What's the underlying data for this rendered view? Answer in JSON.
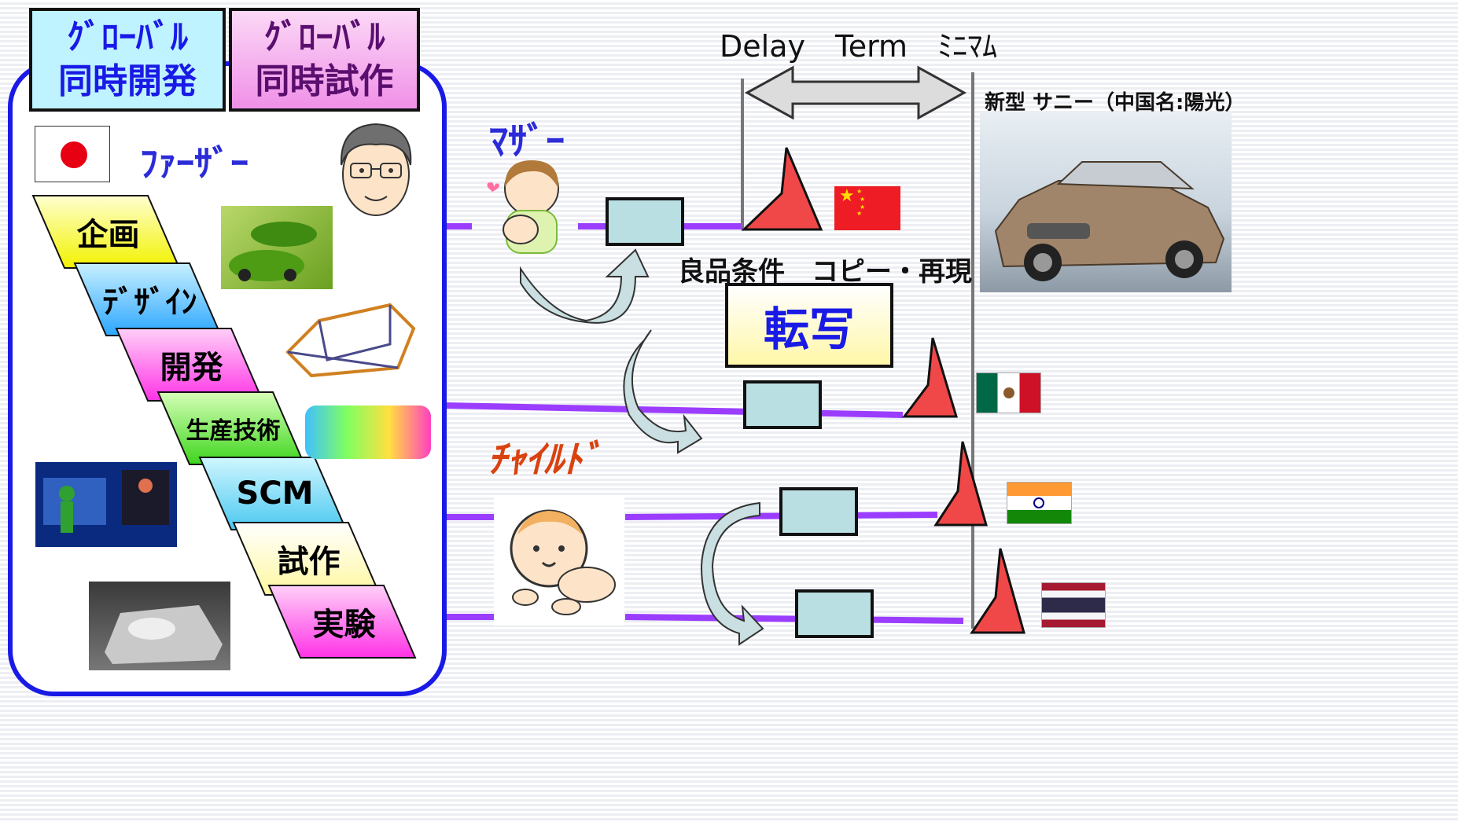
{
  "titles": {
    "dev_line1": "ｸﾞﾛｰﾊﾞﾙ",
    "dev_line2": "同時開発",
    "proto_line1": "ｸﾞﾛｰﾊﾞﾙ",
    "proto_line2": "同時試作"
  },
  "father_label": "ﾌｧｰｻﾞｰ",
  "mother_label": "ﾏｻﾞｰ",
  "child_label": "ﾁｬｲﾙﾄﾞ",
  "steps": [
    "企画",
    "ﾃﾞｻﾞｲﾝ",
    "開発",
    "生産技術",
    "SCM",
    "試作",
    "実験"
  ],
  "delay_label": "Delay　Term　ﾐﾆﾏﾑ",
  "car_caption": "新型 サニー（中国名:陽光）",
  "condition_label": "良品条件　コピー・再現",
  "transfer_label": "転写",
  "colors": {
    "frame": "#1a1ae6",
    "timeline": "#9b3dff",
    "process_box": "#b9dfe2",
    "triangle": "#f04848",
    "mother_text": "#2b2bd8",
    "child_text": "#d9420f",
    "title_dev_bg": "#bff3ff",
    "title_proto_bg": "#f7a8ef"
  },
  "icons": [
    "japan-flag-icon",
    "china-flag-icon",
    "mexico-flag-icon",
    "india-flag-icon",
    "thailand-flag-icon",
    "double-arrow-icon",
    "curved-arrow-icon"
  ]
}
